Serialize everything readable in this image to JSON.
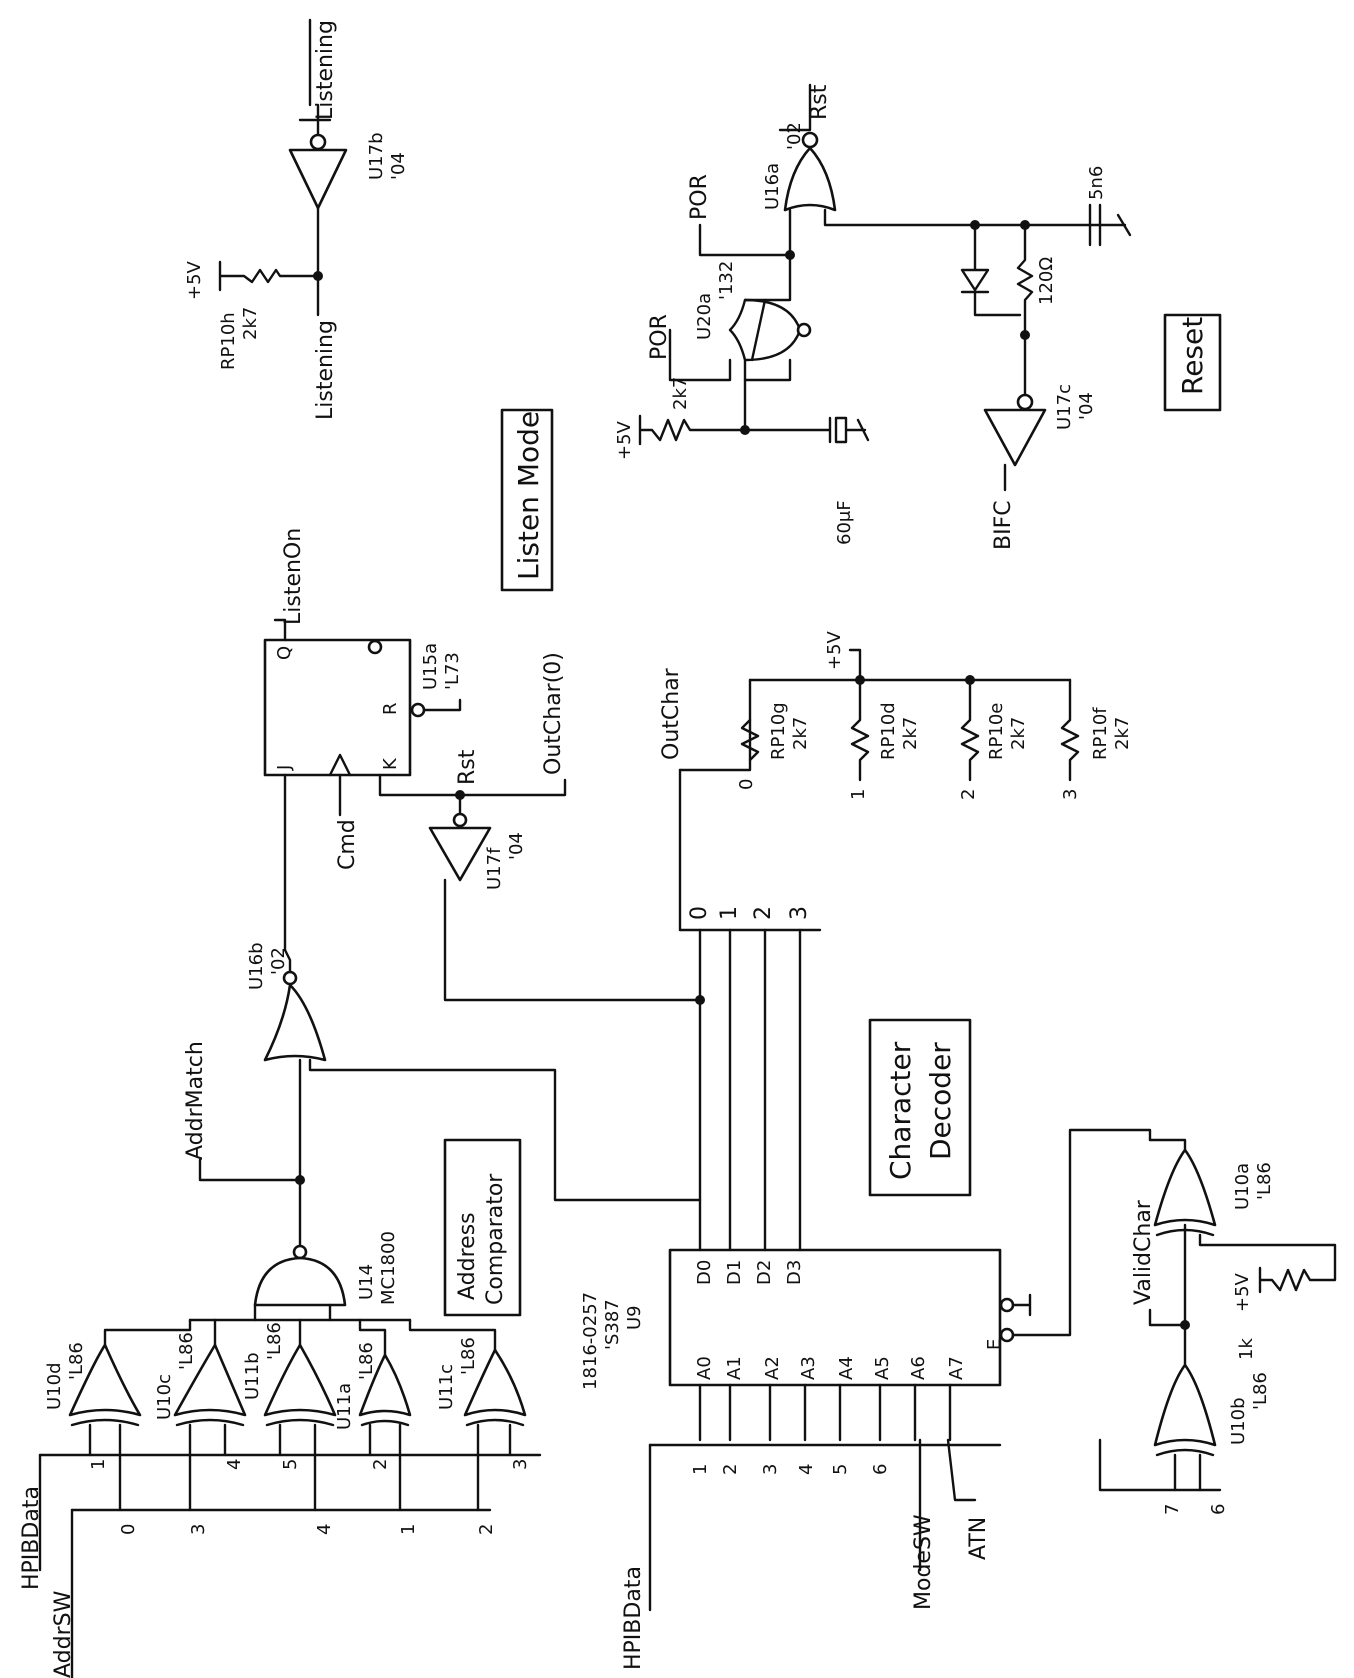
{
  "labels": {
    "listening_top": "Listening",
    "u17b_name": "U17b",
    "u17b_type": "'04",
    "p5v": "+5V",
    "rp10h_name": "RP10h",
    "rp10h_val": "2k7",
    "listening_in": "Listening",
    "listen_mode_box": "Listen Mode",
    "listen_on": "ListenOn",
    "u15a_name": "U15a",
    "u15a_type": "'L73",
    "pin_q": "Q",
    "pin_r": "R",
    "pin_j": "J",
    "pin_k": "K",
    "outchar0": "OutChar(0)",
    "rst": "Rst",
    "cmd": "Cmd",
    "u17f_name": "U17f",
    "u17f_type": "'04",
    "u16b": "U16b",
    "u16b_type": "'02",
    "addr_match": "AddrMatch",
    "addr_comp_box_1": "Address",
    "addr_comp_box_2": "Comparator",
    "u14_name": "U14",
    "u14_type": "MC1800",
    "u10d": "U10d",
    "u10d_t": "'L86",
    "u10c": "U10c",
    "u10c_t": "'L86",
    "u11b": "U11b",
    "u11b_t": "'L86",
    "u11a": "U11a",
    "u11a_t": "'L86",
    "u11c": "U11c",
    "u11c_t": "'L86",
    "hpib_data_1": "HPIBData",
    "addr_sw": "AddrSW",
    "dn1": "1",
    "dn4": "4",
    "dn5": "5",
    "dn2": "2",
    "dn3": "3",
    "an0": "0",
    "an3": "3",
    "an4": "4",
    "an1": "1",
    "an2": "2",
    "rom_part": "1816-0257",
    "rom_type": "'S387",
    "rom_name": "U9",
    "a0": "A0",
    "a1": "A1",
    "a2": "A2",
    "a3": "A3",
    "a4": "A4",
    "a5": "A5",
    "a6": "A6",
    "a7": "A7",
    "d0": "D0",
    "d1": "D1",
    "d2": "D2",
    "d3": "D3",
    "pin_e": "E",
    "hpn1": "1",
    "hpn2": "2",
    "hpn3": "3",
    "hpn4": "4",
    "hpn5": "5",
    "hpn6": "6",
    "hpib_data_2": "HPIBData",
    "mode_sw": "ModeSW",
    "atn": "ATN",
    "hpn7": "7",
    "hpn6b": "6",
    "u10b": "U10b",
    "u10b_t": "'L86",
    "valid_char": "ValidChar",
    "p5v_2": "+5V",
    "r1k": "1k",
    "u10a": "U10a",
    "u10a_t": "'L86",
    "char_dec_1": "Character",
    "char_dec_2": "Decoder",
    "bus0": "0",
    "bus1": "1",
    "bus2": "2",
    "bus3": "3",
    "outchar": "OutChar",
    "p5v_3": "+5V",
    "rp10g": "RP10g",
    "rp10g_v": "2k7",
    "rp10d": "RP10d",
    "rp10d_v": "2k7",
    "rp10e": "RP10e",
    "rp10e_v": "2k7",
    "rp10f": "RP10f",
    "rp10f_v": "2k7",
    "oc0": "0",
    "oc1": "1",
    "oc2": "2",
    "oc3": "3",
    "rst_out": "Rst",
    "u16a": "U16a",
    "u16a_t": "'02",
    "por": "POR",
    "por_bar": "POR",
    "u20a": "U20a",
    "u20a_t": "'132",
    "cap5n6": "5n6",
    "r120": "120Ω",
    "p5v_4": "+5V",
    "r2k7": "2k7",
    "cap60u": "60μF",
    "u17c": "U17c",
    "u17c_t": "'04",
    "bifc": "BIFC",
    "reset_box": "Reset"
  }
}
